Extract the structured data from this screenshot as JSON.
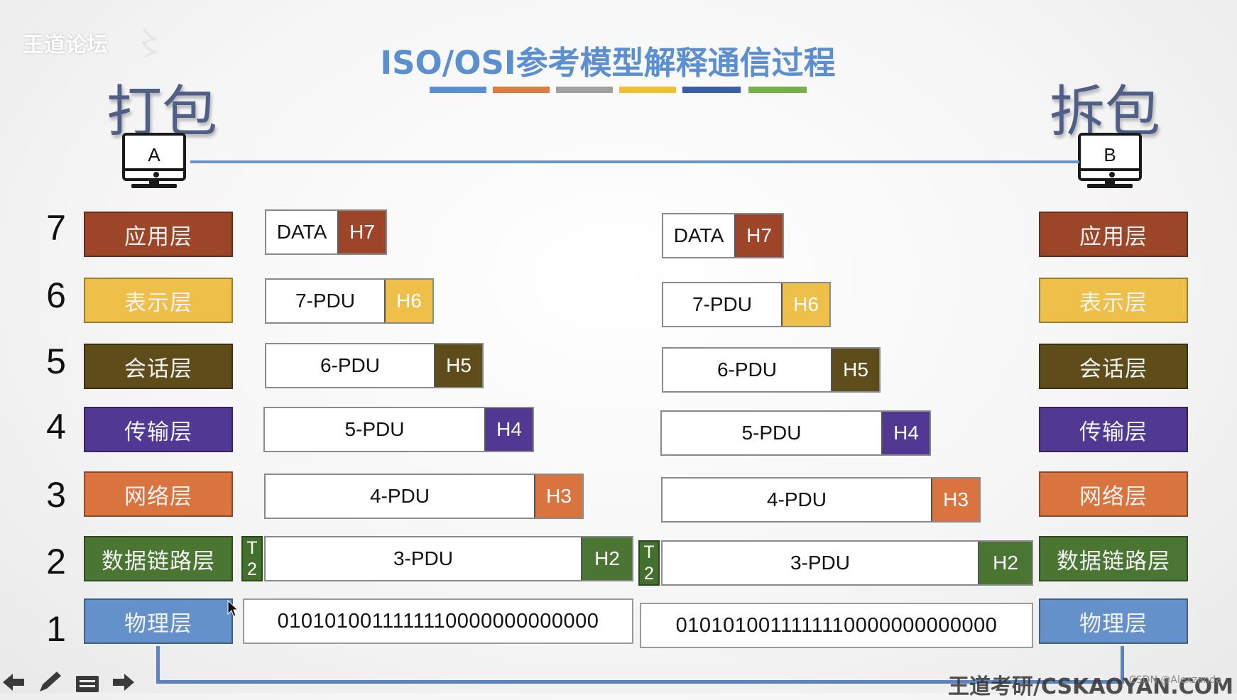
{
  "title": "ISO/OSI参考模型解释通信过程",
  "watermark": "王道论坛",
  "left_heading": "打包",
  "right_heading": "拆包",
  "host_a": "A",
  "host_b": "B",
  "title_bar_colors": [
    "#5b8fd0",
    "#e07b3f",
    "#a0a0a0",
    "#f0c030",
    "#3a5ea8",
    "#77b04a"
  ],
  "layers": [
    {
      "num": "7",
      "name": "应用层",
      "color": "#9c4528"
    },
    {
      "num": "6",
      "name": "表示层",
      "color": "#eec04a"
    },
    {
      "num": "5",
      "name": "会话层",
      "color": "#5e4c1b"
    },
    {
      "num": "4",
      "name": "传输层",
      "color": "#503893"
    },
    {
      "num": "3",
      "name": "网络层",
      "color": "#d9743f"
    },
    {
      "num": "2",
      "name": "数据链路层",
      "color": "#4b7532"
    },
    {
      "num": "1",
      "name": "物理层",
      "color": "#6591ca"
    }
  ],
  "encapsulation": [
    {
      "body": "DATA",
      "header": "H7"
    },
    {
      "body": "7-PDU",
      "header": "H6"
    },
    {
      "body": "6-PDU",
      "header": "H5"
    },
    {
      "body": "5-PDU",
      "header": "H4"
    },
    {
      "body": "4-PDU",
      "header": "H3"
    },
    {
      "body": "3-PDU",
      "header": "H2",
      "trailer_top": "T",
      "trailer_bottom": "2"
    }
  ],
  "bits": "0101010011111110000000000000",
  "footer": "王道考研/CSKAOYAN.COM",
  "footer_small": "CSDN @Alexzanda"
}
